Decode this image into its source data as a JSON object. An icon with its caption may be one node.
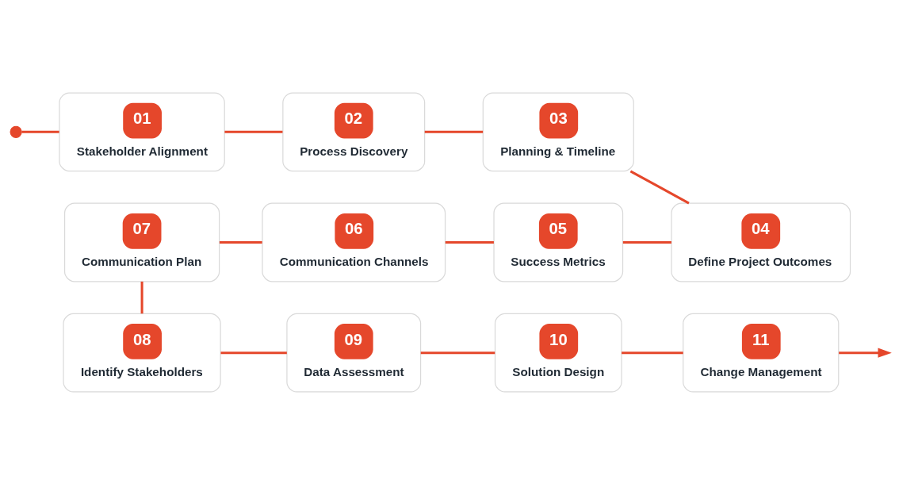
{
  "diagram": {
    "nodes": [
      {
        "text": [],
        "shape": "circle"
      },
      {
        "text": [
          "01",
          "Stakeholder Alignment"
        ]
      },
      {
        "text": [
          "02",
          "Process Discovery"
        ]
      },
      {
        "text": [
          "03",
          "Planning & Timeline"
        ]
      },
      {
        "text": [
          "04",
          "Define Project Outcomes"
        ]
      },
      {
        "text": [
          "05",
          "Success Metrics"
        ]
      },
      {
        "text": [
          "06",
          "Communication Channels"
        ]
      },
      {
        "text": [
          "07",
          "Communication Plan"
        ]
      },
      {
        "text": [
          "08",
          "Identify Stakeholders"
        ]
      },
      {
        "text": [
          "09",
          "Data Assessment"
        ]
      },
      {
        "text": [
          "10",
          "Solution Design"
        ]
      },
      {
        "text": [
          "11",
          "Change Management"
        ]
      }
    ],
    "edges": [
      {
        "from": 0,
        "to": 1,
        "arrow": "none"
      },
      {
        "from": 1,
        "to": 2,
        "arrow": "none"
      },
      {
        "from": 2,
        "to": 3,
        "arrow": "none"
      },
      {
        "from": 3,
        "to": 4,
        "arrow": "none"
      },
      {
        "from": 4,
        "to": 5,
        "arrow": "none"
      },
      {
        "from": 5,
        "to": 6,
        "arrow": "none"
      },
      {
        "from": 6,
        "to": 7,
        "arrow": "none"
      },
      {
        "from": 7,
        "to": 8,
        "arrow": "none"
      },
      {
        "from": 8,
        "to": 9,
        "arrow": "none"
      },
      {
        "from": 9,
        "to": 10,
        "arrow": "none"
      },
      {
        "from": 10,
        "to": 11,
        "arrow": "none"
      },
      {
        "from": 11,
        "to": null,
        "arrow": "to"
      }
    ]
  }
}
